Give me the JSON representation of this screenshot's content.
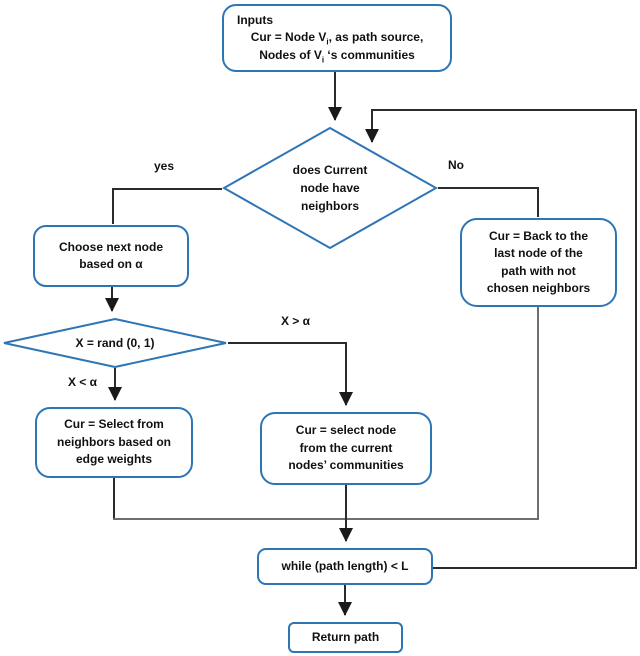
{
  "colors": {
    "node_border": "#2E75B6",
    "connector": "#3b3b3b",
    "text": "#111111",
    "background": "#ffffff"
  },
  "diagram_type": "flowchart",
  "nodes": {
    "inputs": {
      "heading": "Inputs",
      "line1_pre": "Cur = Node V",
      "line1_sub": "i",
      "line1_post": ", as path source,",
      "line2_pre": "Nodes of V",
      "line2_sub": "i",
      "line2_post": " ‘s communities"
    },
    "decision_neighbors": {
      "label": "does Current\nnode have\nneighbors"
    },
    "choose_next": {
      "label": "Choose next node\nbased on α"
    },
    "decision_rand": {
      "label": "X = rand (0, 1)"
    },
    "select_neighbors": {
      "label": "Cur = Select from\nneighbors based on\nedge weights"
    },
    "select_community": {
      "label": "Cur = select node\nfrom the current\nnodes’ communities"
    },
    "back_track": {
      "label": "Cur = Back to the\nlast node of the\npath with not\nchosen neighbors"
    },
    "while_loop": {
      "label": "while (path length) < L"
    },
    "return_path": {
      "label": "Return path"
    }
  },
  "edge_labels": {
    "yes": "yes",
    "no": "No",
    "x_lt": "X < α",
    "x_gt": "X > α"
  }
}
